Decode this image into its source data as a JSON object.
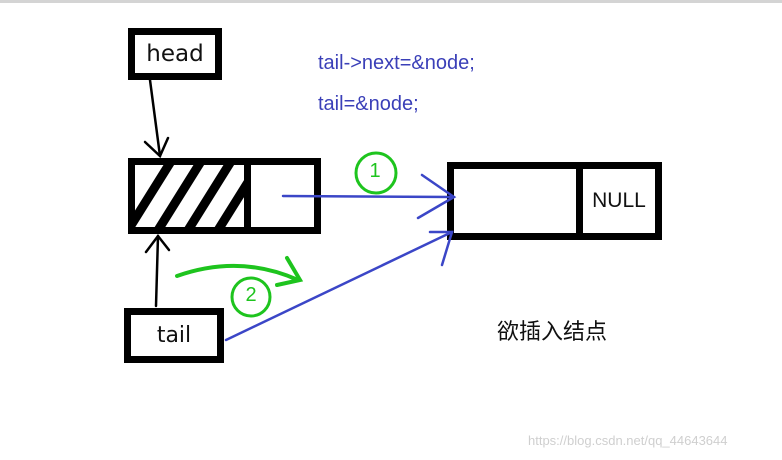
{
  "labels": {
    "head": "head",
    "tail": "tail",
    "null": "NULL",
    "insert_caption": "欲插入结点"
  },
  "code": {
    "line1": "tail->next=&node;",
    "line2": "tail=&node;"
  },
  "steps": {
    "one": "1",
    "two": "2"
  },
  "watermark": "https://blog.csdn.net/qq_44643644",
  "colors": {
    "code_text": "#3a3fb8",
    "arrow_blue": "#3b46c7",
    "step_green": "#1ec41e",
    "box_border": "#000000"
  }
}
